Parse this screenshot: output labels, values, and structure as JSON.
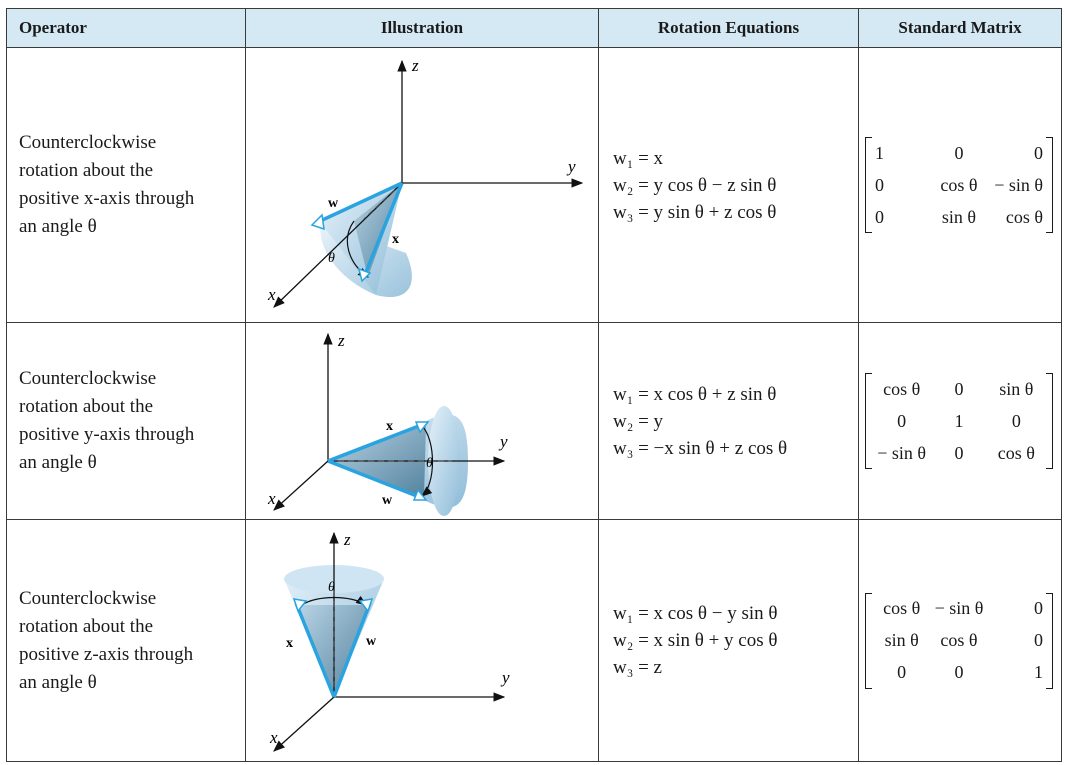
{
  "headers": {
    "operator": "Operator",
    "illustration": "Illustration",
    "equations": "Rotation Equations",
    "matrix": "Standard Matrix"
  },
  "rows": [
    {
      "desc": [
        "Counterclockwise",
        "rotation about the",
        "positive x-axis through",
        "an angle θ"
      ],
      "eqs": [
        "w₁ = x",
        "w₂ = y cos θ − z sin θ",
        "w₃ = y sin θ + z cos θ"
      ],
      "axes": {
        "z": "z",
        "y": "y",
        "x": "x"
      },
      "vectors": {
        "w": "w",
        "x": "x",
        "theta": "θ"
      },
      "matrix": [
        [
          "1",
          "0",
          "0"
        ],
        [
          "0",
          "cos θ",
          "− sin θ"
        ],
        [
          "0",
          "sin θ",
          "cos θ"
        ]
      ]
    },
    {
      "desc": [
        "Counterclockwise",
        "rotation about the",
        "positive y-axis through",
        "an angle θ"
      ],
      "eqs": [
        "w₁ = x cos θ + z sin θ",
        "w₂ = y",
        "w₃ = −x sin θ + z cos θ"
      ],
      "axes": {
        "z": "z",
        "y": "y",
        "x": "x"
      },
      "vectors": {
        "w": "w",
        "x": "x",
        "theta": "θ"
      },
      "matrix": [
        [
          "cos θ",
          "0",
          "sin θ"
        ],
        [
          "0",
          "1",
          "0"
        ],
        [
          "− sin θ",
          "0",
          "cos θ"
        ]
      ]
    },
    {
      "desc": [
        "Counterclockwise",
        "rotation about the",
        "positive z-axis through",
        "an angle θ"
      ],
      "eqs": [
        "w₁ = x cos θ − y sin θ",
        "w₂ = x sin θ + y cos θ",
        "w₃ = z"
      ],
      "axes": {
        "z": "z",
        "y": "y",
        "x": "x"
      },
      "vectors": {
        "w": "w",
        "x": "x",
        "theta": "θ"
      },
      "matrix": [
        [
          "cos θ",
          "− sin θ",
          "0"
        ],
        [
          "sin θ",
          "cos θ",
          "0"
        ],
        [
          "0",
          "0",
          "1"
        ]
      ]
    }
  ],
  "colors": {
    "header_bg": "#d5e9f5",
    "vector_blue": "#2aa3e0",
    "cone_fill": "#a9cfe6",
    "triangle_fill": "#6f9bb5"
  }
}
